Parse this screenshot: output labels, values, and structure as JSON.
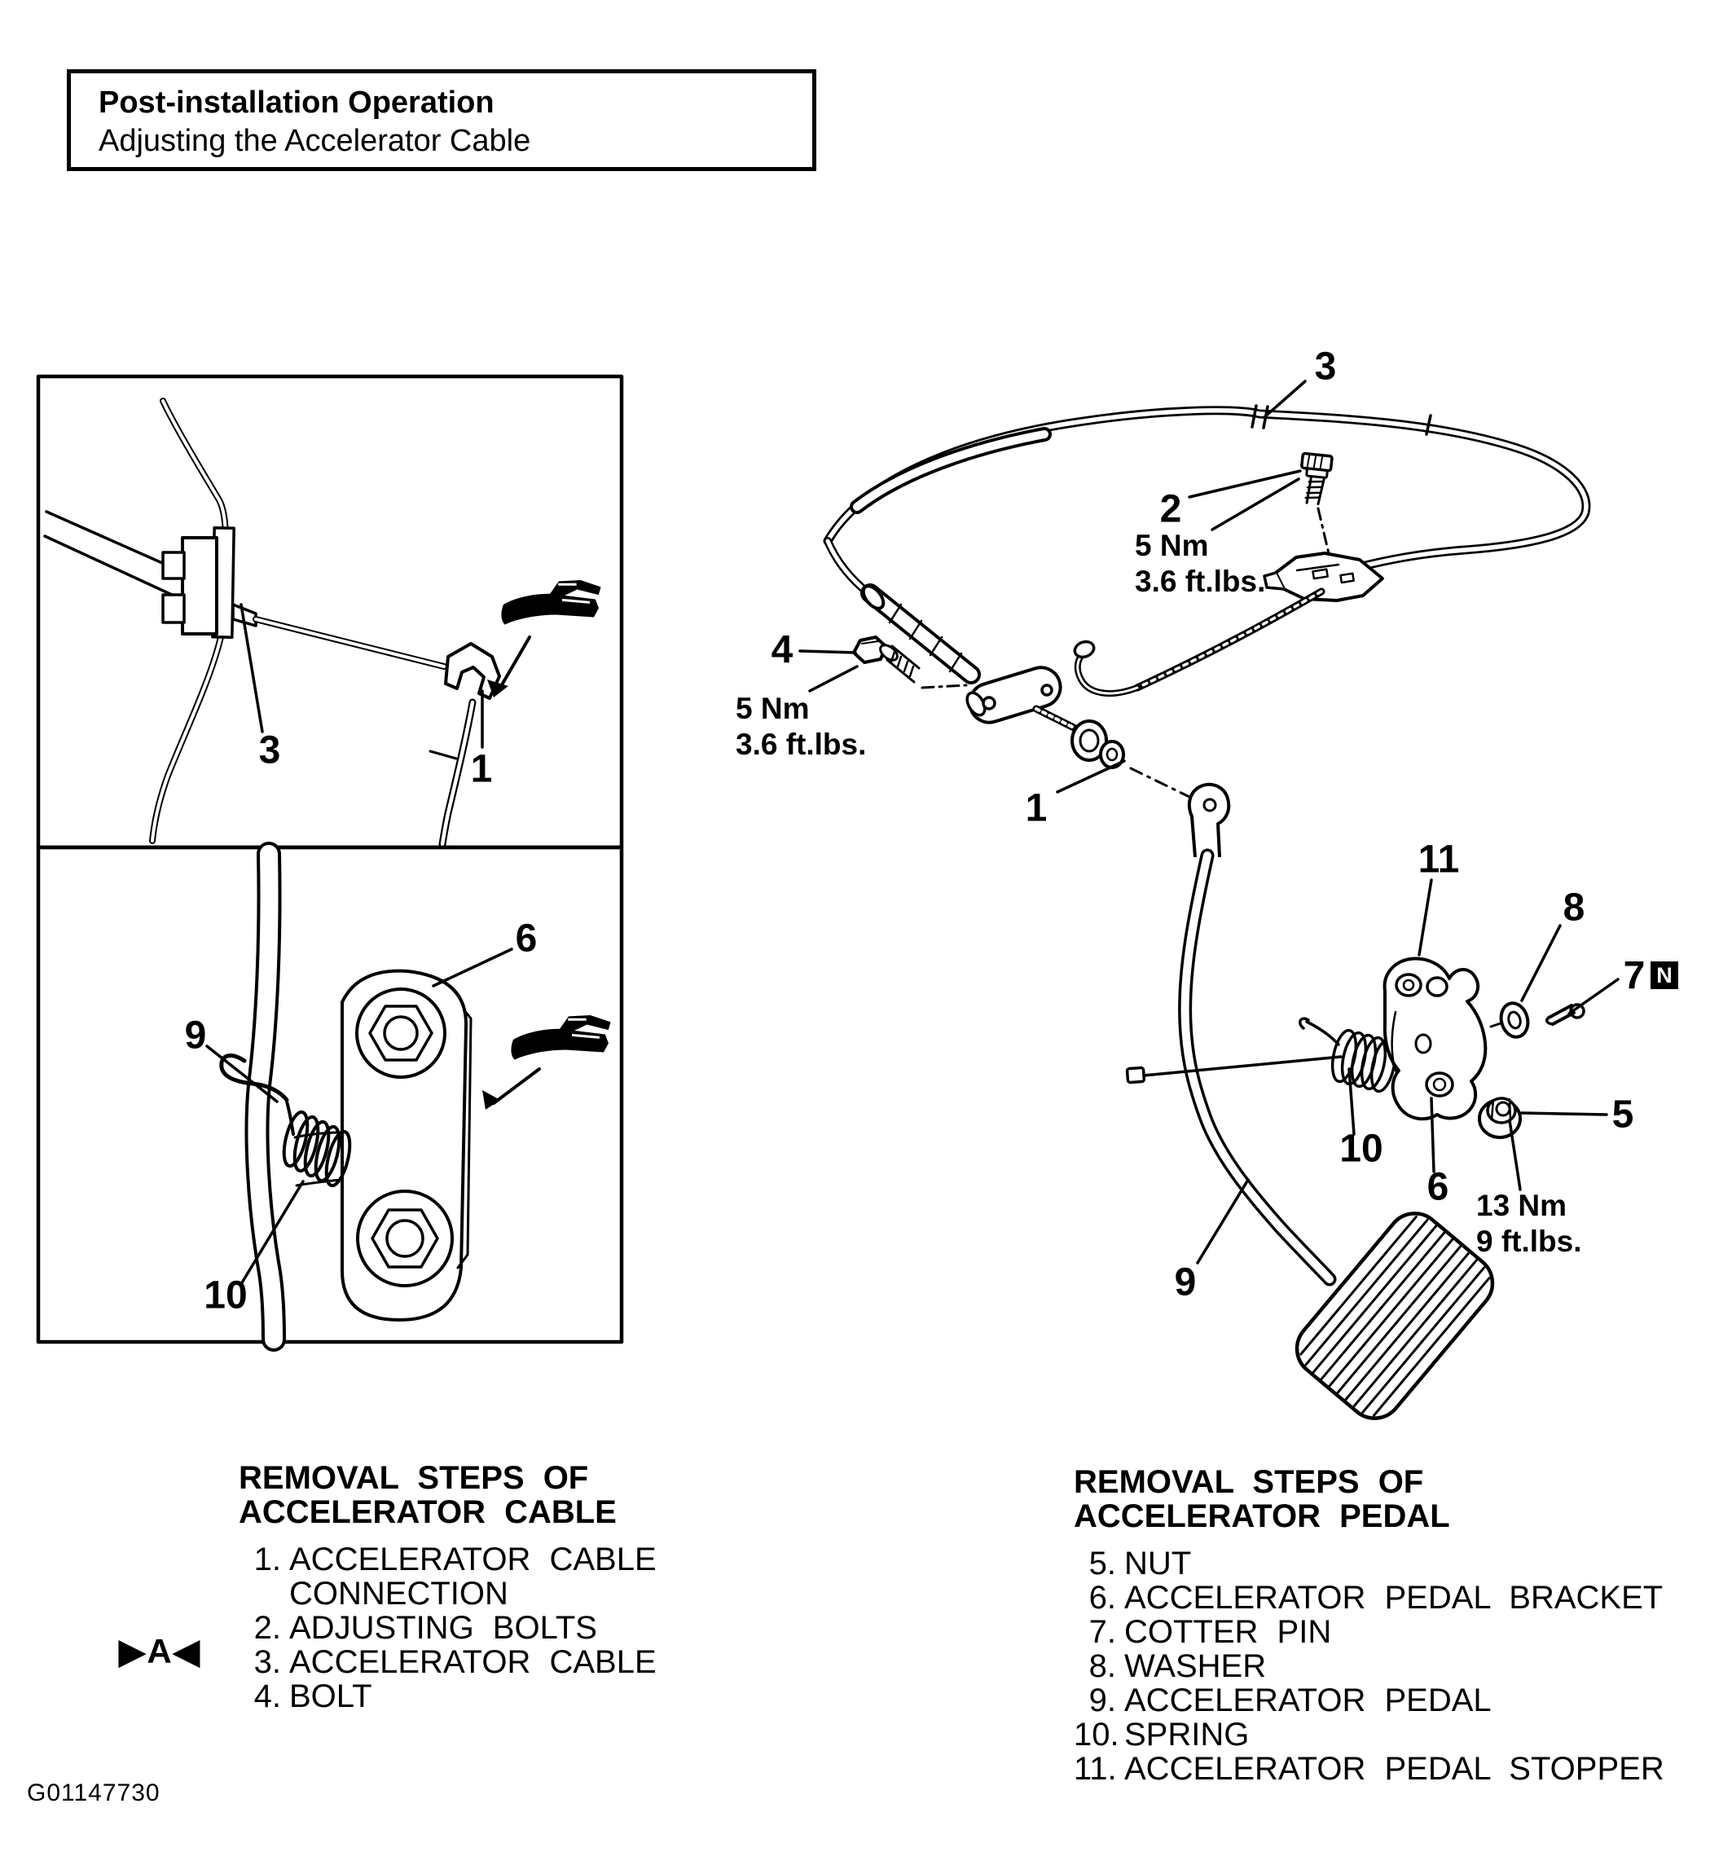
{
  "title_box": {
    "title": "Post-installation Operation",
    "subtitle": "Adjusting the Accelerator Cable"
  },
  "figure_code": "G01147730",
  "reassembly_marker": {
    "left": "▶",
    "letter": "A",
    "right": "◀"
  },
  "torque_labels": [
    {
      "metric": "5 Nm",
      "imperial": "3.6 ft.lbs."
    },
    {
      "metric": "5 Nm",
      "imperial": "3.6 ft.lbs."
    },
    {
      "metric": "13 Nm",
      "imperial": "9 ft.lbs."
    }
  ],
  "callouts": {
    "main": {
      "n1": "1",
      "n2": "2",
      "n3": "3",
      "n4": "4",
      "n5": "5",
      "n6": "6",
      "n7": "7",
      "n7_flag": "N",
      "n8": "8",
      "n9": "9",
      "n10": "10",
      "n11": "11"
    },
    "inset_top": {
      "n3": "3",
      "n1": "1"
    },
    "inset_bottom": {
      "n9": "9",
      "n6": "6",
      "n10": "10"
    }
  },
  "lists": {
    "cable": {
      "title_line1": "REMOVAL STEPS OF",
      "title_line2": "ACCELERATOR CABLE",
      "items": [
        {
          "num": "1.",
          "text": "ACCELERATOR CABLE CONNECTION"
        },
        {
          "num": "2.",
          "text": "ADJUSTING BOLTS"
        },
        {
          "num": "3.",
          "text": "ACCELERATOR CABLE"
        },
        {
          "num": "4.",
          "text": "BOLT"
        }
      ]
    },
    "pedal": {
      "title_line1": "REMOVAL STEPS OF",
      "title_line2": "ACCELERATOR PEDAL",
      "items": [
        {
          "num": "5.",
          "text": "NUT"
        },
        {
          "num": "6.",
          "text": "ACCELERATOR PEDAL BRACKET"
        },
        {
          "num": "7.",
          "text": "COTTER PIN"
        },
        {
          "num": "8.",
          "text": "WASHER"
        },
        {
          "num": "9.",
          "text": "ACCELERATOR PEDAL"
        },
        {
          "num": "10.",
          "text": "SPRING"
        },
        {
          "num": "11.",
          "text": "ACCELERATOR PEDAL STOPPER"
        }
      ]
    }
  }
}
